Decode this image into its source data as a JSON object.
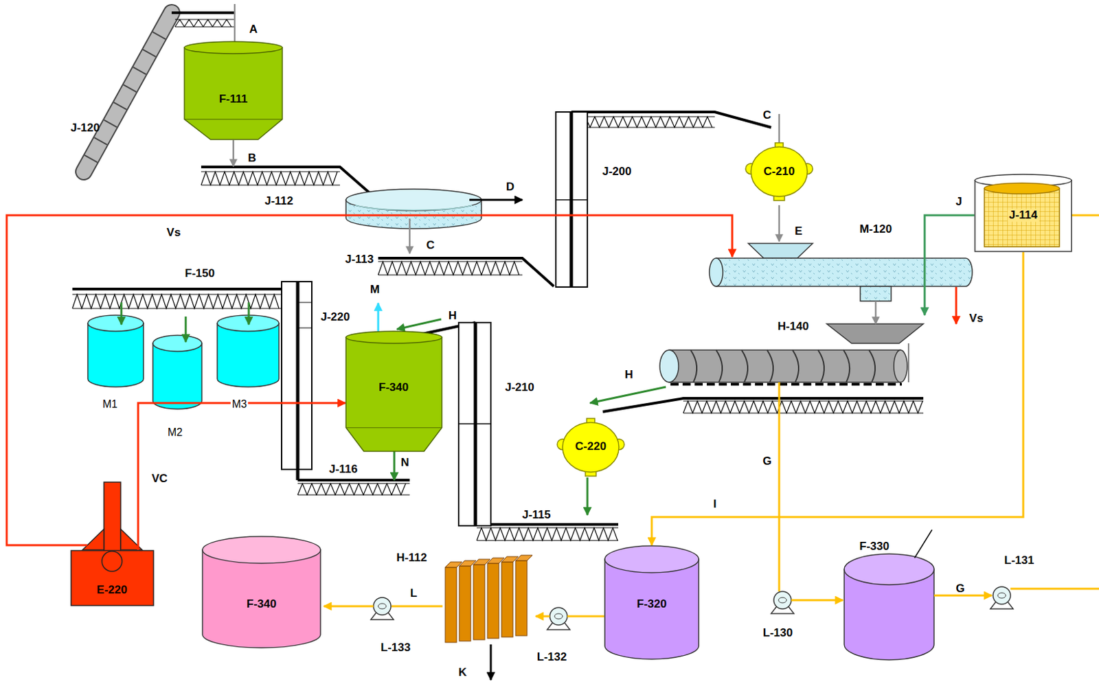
{
  "diagram": {
    "nodes": [
      {
        "text": [
          "F-111"
        ]
      },
      {
        "text": [
          "C-210"
        ]
      },
      {
        "text": [
          "J-114"
        ]
      },
      {
        "text": [
          "F-340"
        ]
      },
      {
        "text": [
          "C-220"
        ]
      },
      {
        "text": [
          "E-220"
        ]
      },
      {
        "text": [
          "F-340"
        ]
      },
      {
        "text": [
          "F-320"
        ]
      }
    ],
    "edges": [
      {
        "from": 2,
        "to": 7,
        "arrow": "to",
        "label": "I"
      },
      {
        "from": 5,
        "to": 3,
        "arrow": "to",
        "label": "VC"
      }
    ],
    "labels": [
      "A",
      "J-120",
      "B",
      "J-112",
      "D",
      "C",
      "J-200",
      "E",
      "M-120",
      "J",
      "Vs",
      "C",
      "J-113",
      "F-150",
      "M",
      "H-140",
      "Vs",
      "J-220",
      "H",
      "H",
      "J-210",
      "M1",
      "M3",
      "M2",
      "N",
      "G",
      "J-116",
      "J-115",
      "F-330",
      "H-112",
      "L-131",
      "G",
      "L",
      "L-133",
      "L-132",
      "L-130",
      "K"
    ]
  }
}
